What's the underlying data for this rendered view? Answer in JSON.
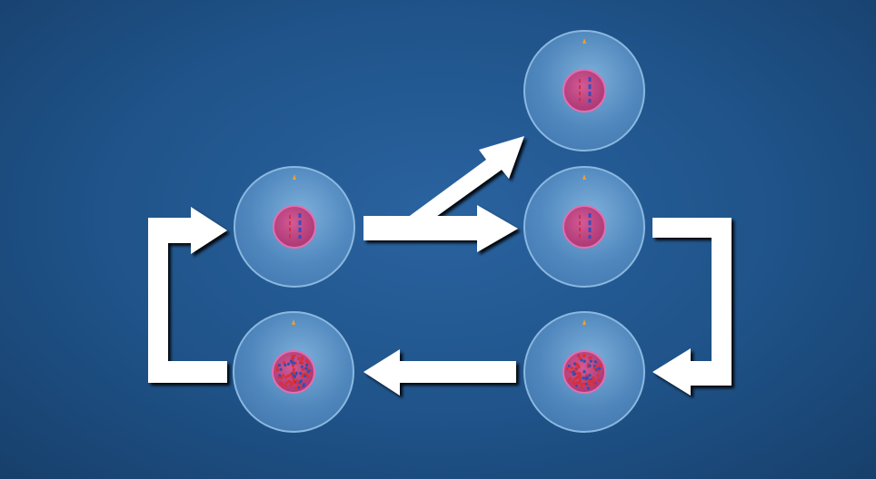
{
  "diagram": {
    "colors": {
      "background": "#2160a0",
      "cell": "#6fa6d8",
      "nucleus": "#c0457f",
      "arrow": "#ffffff",
      "centrosome": "#f0a030"
    },
    "cells": [
      {
        "id": "cell-left-top",
        "stage": "condensed-chromosomes"
      },
      {
        "id": "cell-right-top",
        "stage": "condensed-chromosomes"
      },
      {
        "id": "cell-right-middle",
        "stage": "condensed-chromosomes"
      },
      {
        "id": "cell-right-bottom",
        "stage": "diffuse-chromatin"
      },
      {
        "id": "cell-left-bottom",
        "stage": "diffuse-chromatin"
      }
    ]
  }
}
